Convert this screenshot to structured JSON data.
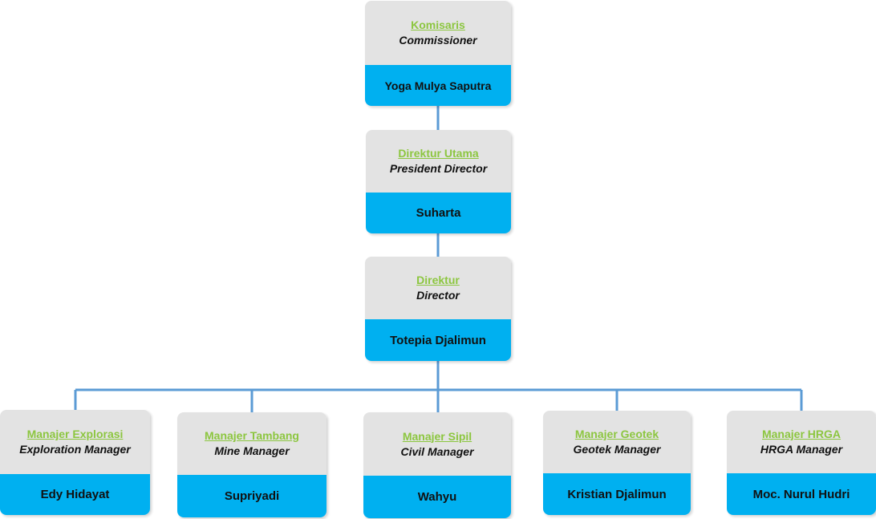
{
  "colors": {
    "header_bg": "#e3e3e3",
    "name_bg": "#00b0f0",
    "title_id": "#8cc63f",
    "connector": "#5b9bd5"
  },
  "nodes": {
    "komisaris": {
      "title_id": "Komisaris",
      "title_en": "Commissioner",
      "name": "Yoga Mulya Saputra"
    },
    "president": {
      "title_id": "Direktur Utama",
      "title_en": "President Director",
      "name": "Suharta"
    },
    "director": {
      "title_id": "Direktur",
      "title_en": "Director",
      "name": "Totepia Djalimun"
    },
    "exploration": {
      "title_id": "Manajer Explorasi",
      "title_en": "Exploration Manager",
      "name": "Edy Hidayat"
    },
    "mine": {
      "title_id": "Manajer Tambang",
      "title_en": "Mine Manager",
      "name": "Supriyadi"
    },
    "civil": {
      "title_id": "Manajer Sipil",
      "title_en": "Civil Manager",
      "name": "Wahyu"
    },
    "geotek": {
      "title_id": "Manajer Geotek",
      "title_en": "Geotek Manager",
      "name": "Kristian Djalimun"
    },
    "hrga": {
      "title_id": "Manajer HRGA",
      "title_en": "HRGA Manager",
      "name": "Moc. Nurul Hudri"
    }
  }
}
